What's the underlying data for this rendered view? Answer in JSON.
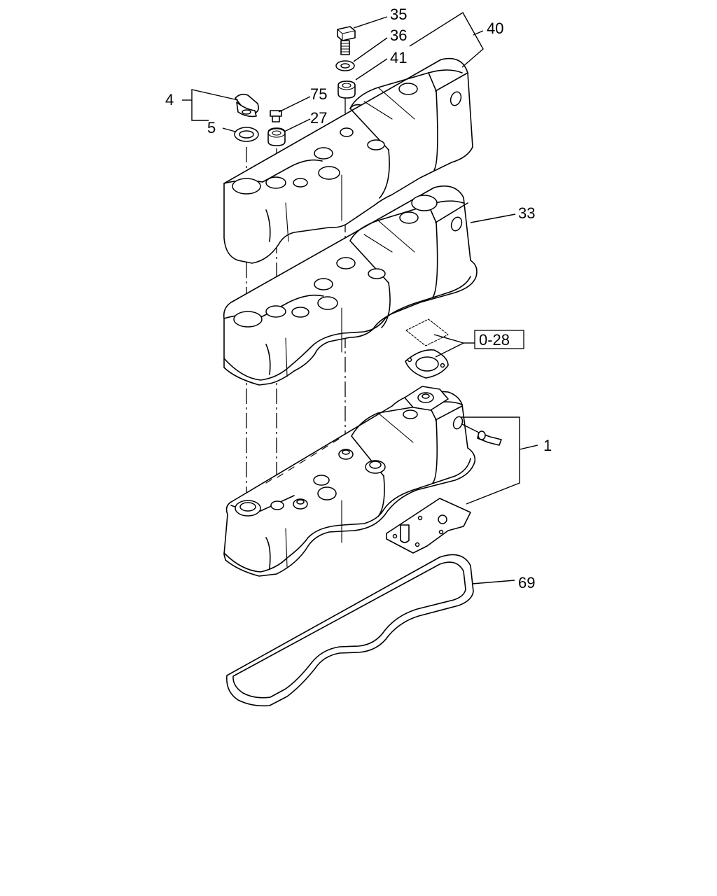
{
  "labels": {
    "c35": "35",
    "c36": "36",
    "c40": "40",
    "c41": "41",
    "c4": "4",
    "c75": "75",
    "c5": "5",
    "c27": "27",
    "c33": "33",
    "ref": "0-28",
    "c1": "1",
    "c69": "69"
  }
}
